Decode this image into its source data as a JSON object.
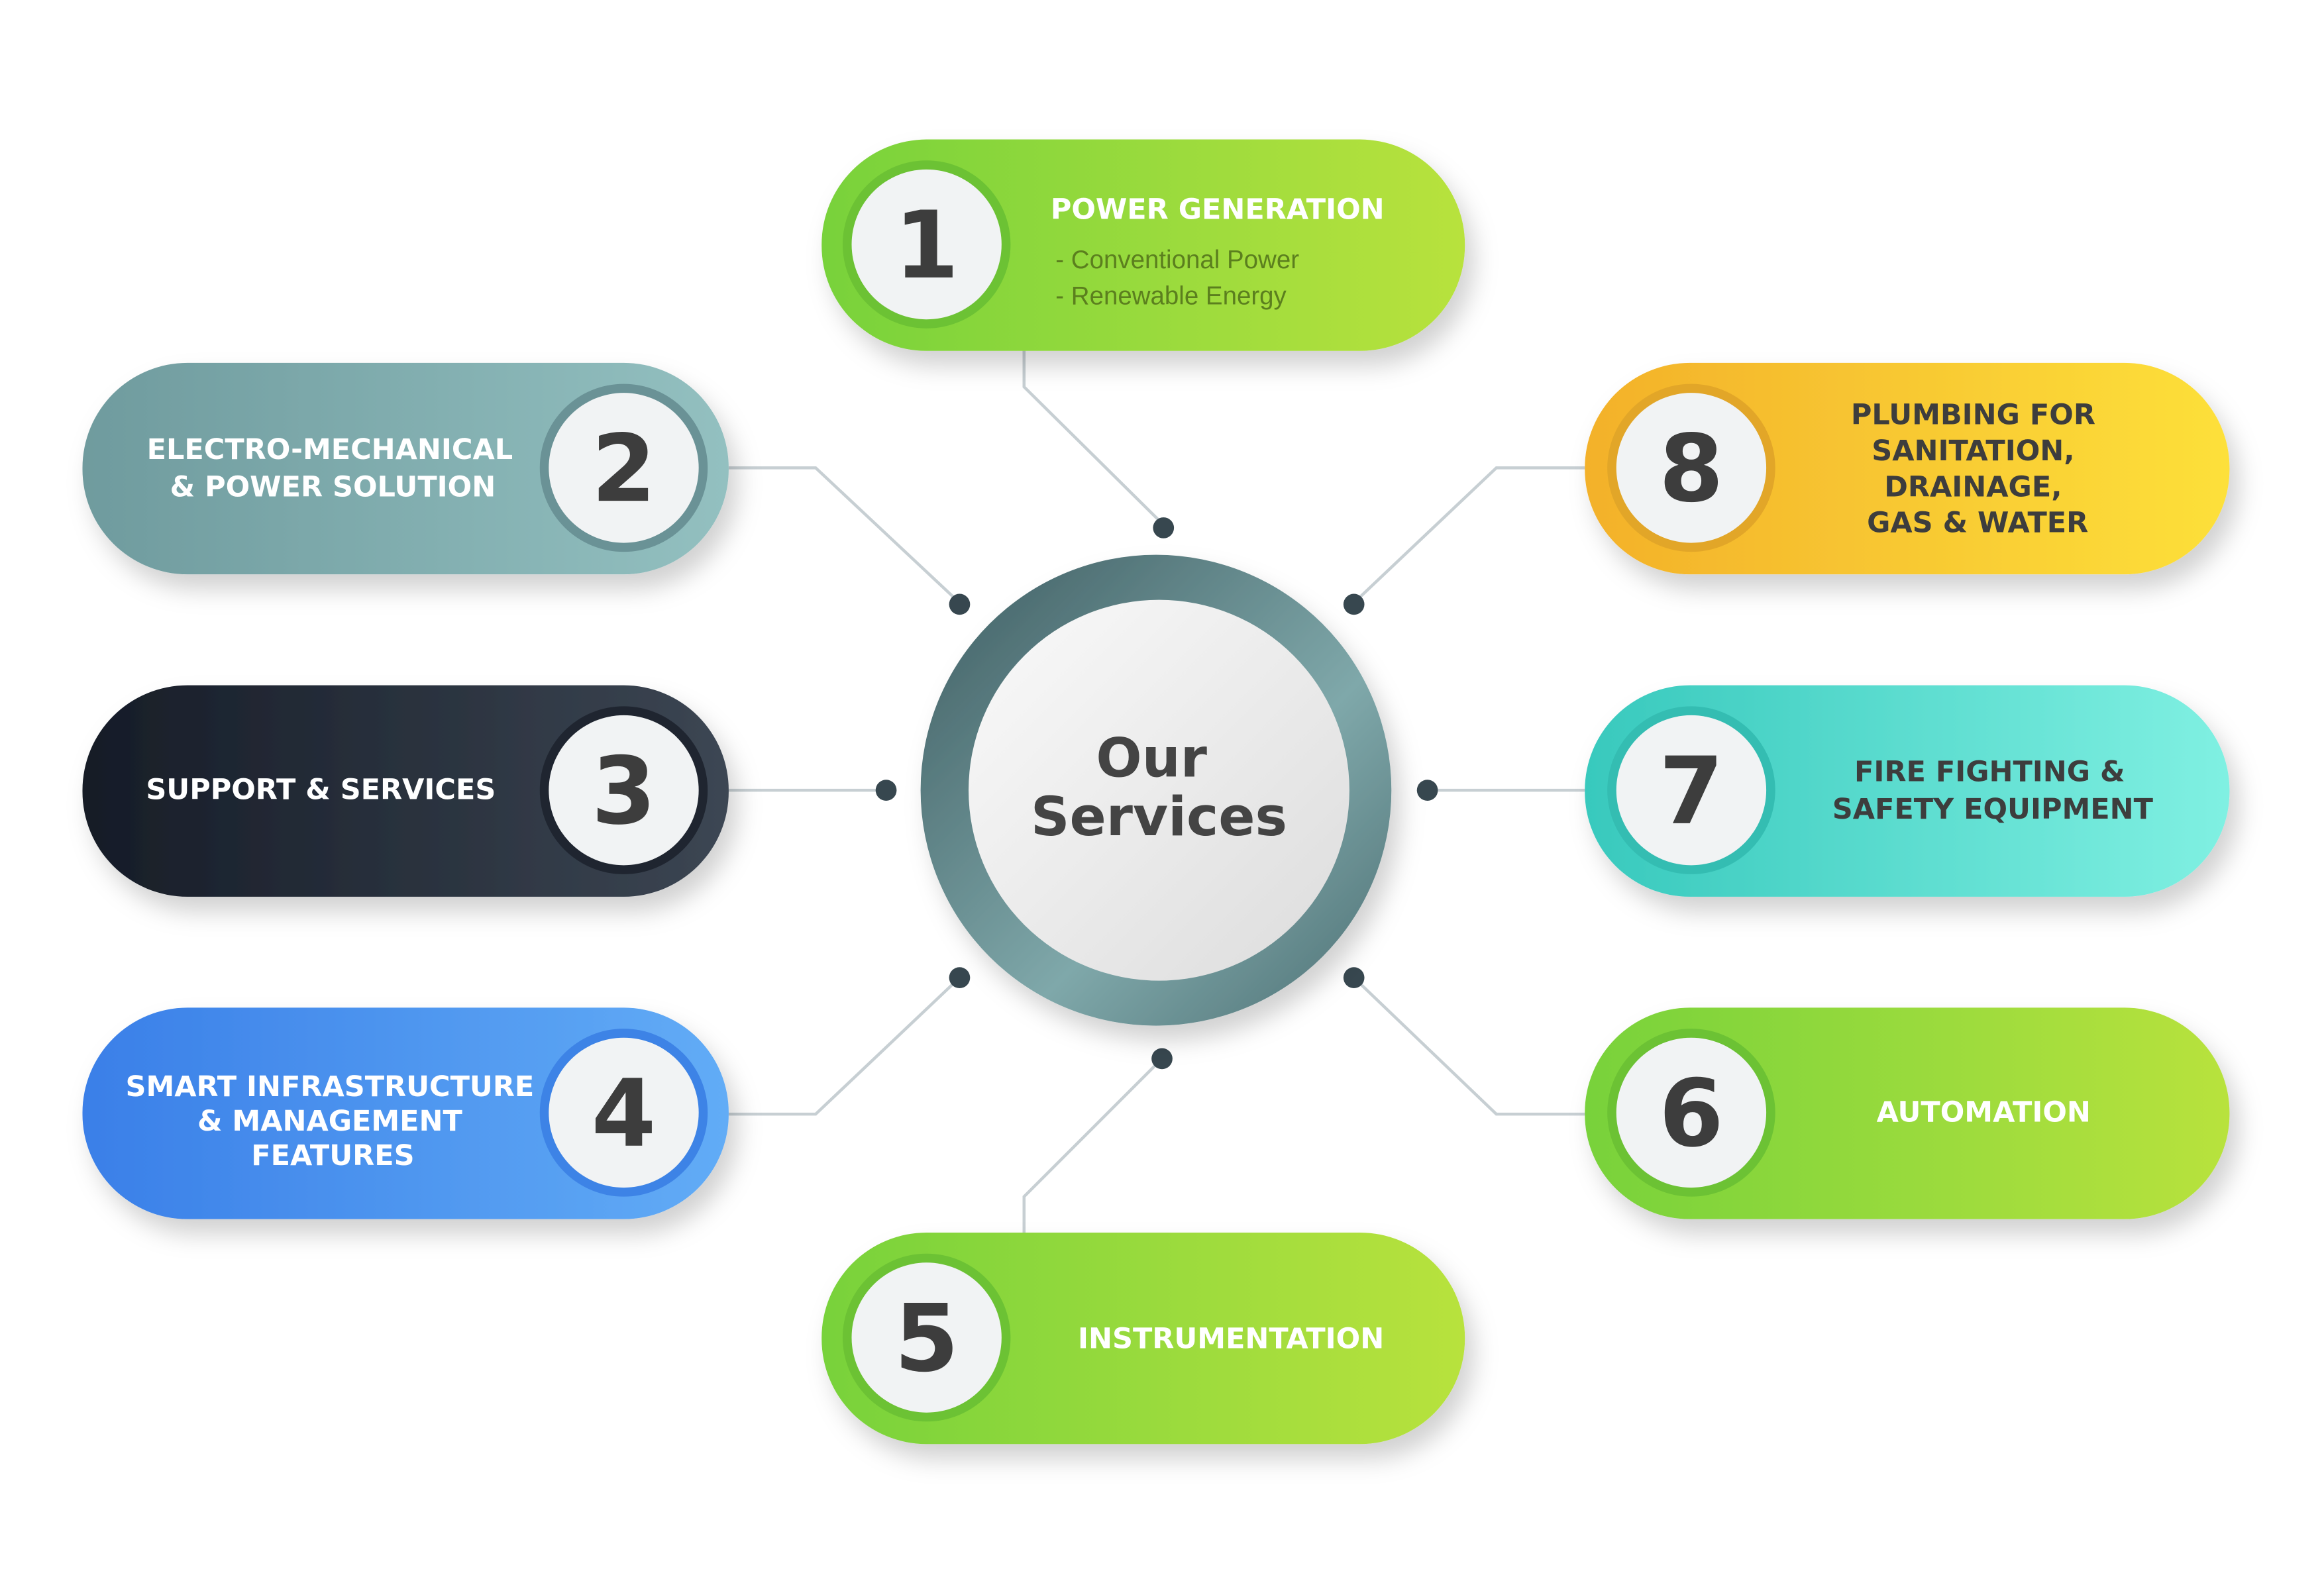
{
  "title": [
    "Our",
    "Services"
  ],
  "services": [
    {
      "number": "1",
      "lines": [
        "POWER GENERATION"
      ],
      "sub": [
        "- Conventional Power",
        "- Renewable Energy"
      ],
      "color_start": "#78d23a",
      "color_end": "#b8e23e",
      "text_color": "#ffffff"
    },
    {
      "number": "2",
      "lines": [
        "ELECTRO-MECHANICAL",
        "& POWER SOLUTION"
      ],
      "color_start": "#6f9b9e",
      "color_end": "#93c0c0",
      "text_color": "#ffffff"
    },
    {
      "number": "3",
      "lines": [
        "SUPPORT & SERVICES"
      ],
      "color_start": "#161c27",
      "color_end": "#3c4653",
      "text_color": "#ffffff"
    },
    {
      "number": "4",
      "lines": [
        "SMART INFRASTRUCTURE",
        "& MANAGEMENT",
        "FEATURES"
      ],
      "color_start": "#3a7fe8",
      "color_end": "#62acf6",
      "text_color": "#ffffff"
    },
    {
      "number": "5",
      "lines": [
        "INSTRUMENTATION"
      ],
      "color_start": "#78d23a",
      "color_end": "#b8e23e",
      "text_color": "#ffffff"
    },
    {
      "number": "6",
      "lines": [
        "AUTOMATION"
      ],
      "color_start": "#78d23a",
      "color_end": "#b8e23e",
      "text_color": "#ffffff"
    },
    {
      "number": "7",
      "lines": [
        "FIRE FIGHTING &",
        "SAFETY EQUIPMENT"
      ],
      "color_start": "#38c9bd",
      "color_end": "#80f0e2",
      "text_color": "#3d3d3d"
    },
    {
      "number": "8",
      "lines": [
        "PLUMBING FOR",
        "SANITATION,",
        "DRAINAGE,",
        "GAS & WATER"
      ],
      "color_start": "#f3b12a",
      "color_end": "#fde03a",
      "text_color": "#3d3d3d"
    }
  ]
}
